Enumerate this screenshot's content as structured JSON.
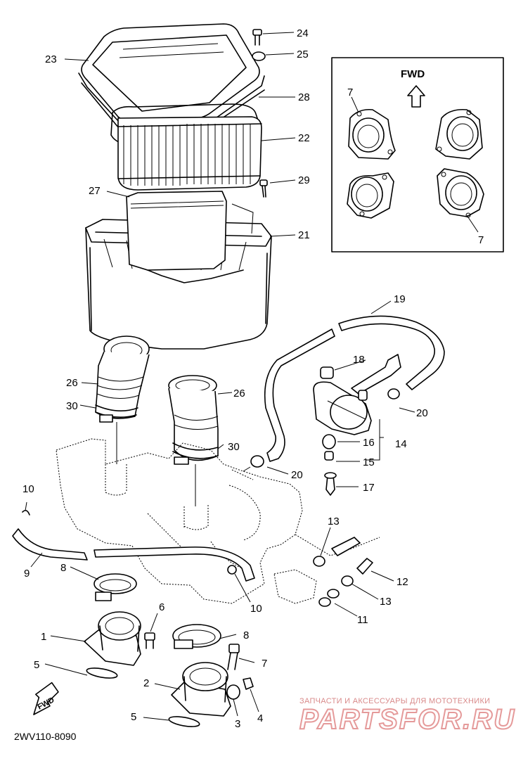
{
  "diagram": {
    "code": "2WV110-8090",
    "inset_direction": "FWD",
    "arrow_direction": "FWD",
    "callouts": {
      "c1": "1",
      "c2": "2",
      "c3": "3",
      "c4": "4",
      "c5a": "5",
      "c5b": "5",
      "c6": "6",
      "c7a": "7",
      "c7b": "7",
      "c7c": "7",
      "c8a": "8",
      "c8b": "8",
      "c9": "9",
      "c10a": "10",
      "c10b": "10",
      "c11": "11",
      "c12": "12",
      "c13a": "13",
      "c13b": "13",
      "c14": "14",
      "c15": "15",
      "c16": "16",
      "c17": "17",
      "c18": "18",
      "c19": "19",
      "c20a": "20",
      "c20b": "20",
      "c21": "21",
      "c22": "22",
      "c23": "23",
      "c24": "24",
      "c25": "25",
      "c26a": "26",
      "c26b": "26",
      "c27": "27",
      "c28": "28",
      "c29": "29",
      "c30a": "30",
      "c30b": "30"
    }
  },
  "watermark": {
    "caption": "ЗАПЧАСТИ И АКСЕССУАРЫ ДЛЯ МОТОТЕХНИКИ",
    "brand": "PARTSFOR.RU"
  },
  "colors": {
    "line": "#000000",
    "watermark": "#e08a8a"
  }
}
